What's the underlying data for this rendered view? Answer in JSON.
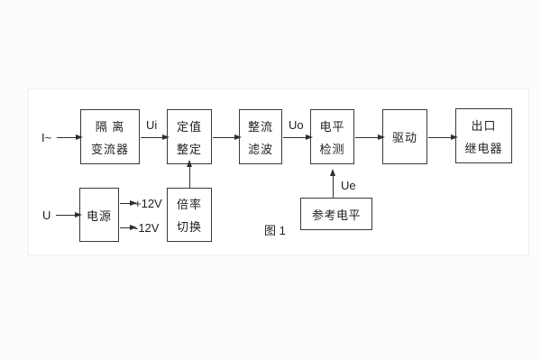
{
  "figure": {
    "caption": "图 1",
    "colors": {
      "line": "#2e2e2e",
      "page_background": "#fcfcfc",
      "diagram_background": "#ffffff"
    },
    "inputs": {
      "current_input": "I~",
      "voltage_input": "U"
    },
    "signal_labels": {
      "ui": "Ui",
      "uo": "Uo",
      "ue": "Ue"
    },
    "power_rails": {
      "positive": "+12V",
      "negative": "-12V"
    },
    "blocks": {
      "isolation_transformer": {
        "line1": "隔 离",
        "line2": "变流器"
      },
      "setting_adjust": {
        "line1": "定值",
        "line2": "整定"
      },
      "rectifier_filter": {
        "line1": "整流",
        "line2": "滤波"
      },
      "level_detector": {
        "line1": "电平",
        "line2": "检测"
      },
      "driver": {
        "line1": "驱动"
      },
      "output_relay": {
        "line1": "出口",
        "line2": "继电器"
      },
      "power_supply": {
        "line1": "电源"
      },
      "ratio_switch": {
        "line1": "倍率",
        "line2": "切换"
      },
      "reference_level": {
        "line1": "参考电平"
      }
    }
  }
}
